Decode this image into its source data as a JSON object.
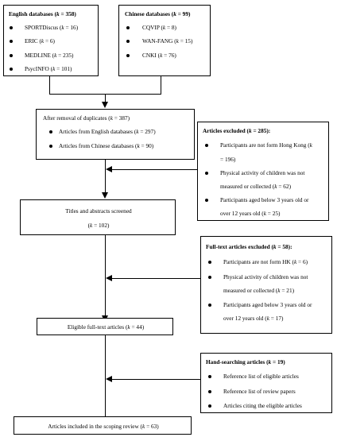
{
  "english_db": {
    "title": "English databases (k = 358)",
    "items": [
      "SPORTDiscus (k = 16)",
      "ERIC (k = 6)",
      "MEDLINE (k = 235)",
      "PsycINFO (k = 101)"
    ]
  },
  "chinese_db": {
    "title": "Chinese databases (k = 99)",
    "items": [
      "CQVIP (k = 8)",
      "WAN-FANG (k = 15)",
      "CNKI (k = 76)"
    ]
  },
  "after_duplicates": {
    "title": "After removal of duplicates (k = 387)",
    "items": [
      "Articles from English databases (k = 297)",
      "Articles from Chinese databases (k = 90)"
    ]
  },
  "excluded_1": {
    "title": "Articles excluded (k = 285):",
    "items": [
      [
        "Participants are not form Hong Kong (k",
        "= 196)"
      ],
      [
        "Physical activity of children was not",
        "measured or collected (k = 62)"
      ],
      [
        "Participants aged below 3 years old or",
        "over 12 years old (k = 25)"
      ]
    ]
  },
  "screened": {
    "line1": "Titles and abstracts screened",
    "line2": "(k = 102)"
  },
  "excluded_2": {
    "title": "Full-text articles excluded (k = 58):",
    "items": [
      [
        "Participants are not form HK (k = 6)"
      ],
      [
        "Physical activity of children was not",
        "measured or collected (k = 21)"
      ],
      [
        "Participants aged below 3 years old or",
        "over 12 years old (k = 17)"
      ]
    ]
  },
  "eligible": {
    "text": "Eligible full-text articles (k = 44)"
  },
  "hand_search": {
    "title": "Hand-searching articles (k = 19)",
    "items": [
      "Reference list of eligible articles",
      "Reference list of review papers",
      "Articles citing the eligible articles"
    ]
  },
  "included": {
    "text": "Articles included in the scoping review (k = 63)"
  }
}
